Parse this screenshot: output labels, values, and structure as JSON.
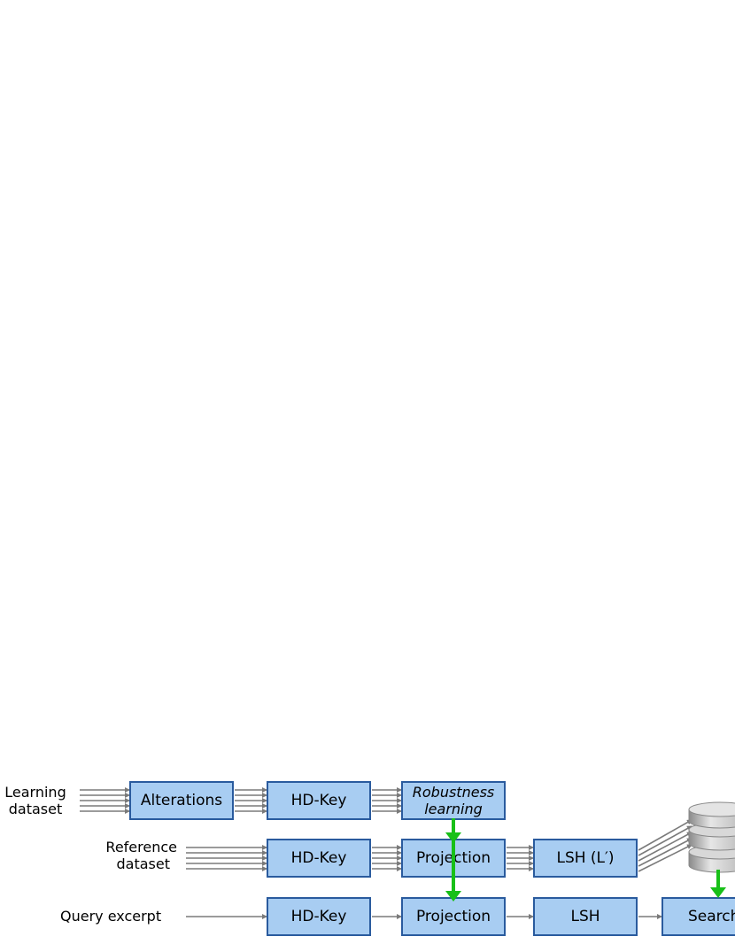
{
  "inputs": {
    "learning": {
      "line1": "Learning",
      "line2": "dataset"
    },
    "reference": {
      "line1": "Reference",
      "line2": "dataset"
    },
    "query": "Query excerpt"
  },
  "rows": {
    "learning": {
      "alterations": "Alterations",
      "hdkey": "HD-Key",
      "robustness": {
        "line1": "Robustness",
        "line2": "learning"
      }
    },
    "reference": {
      "hdkey": "HD-Key",
      "projection": "Projection",
      "lsh": "LSH (L′)"
    },
    "query": {
      "hdkey": "HD-Key",
      "projection": "Projection",
      "lsh": "LSH",
      "search": "Search"
    }
  },
  "database_icon": "database-icon",
  "colors": {
    "box_fill": "#a8cdf2",
    "box_border": "#2a5b9e",
    "arrow_gray": "#7a7a7a",
    "arrow_green": "#18c018"
  }
}
